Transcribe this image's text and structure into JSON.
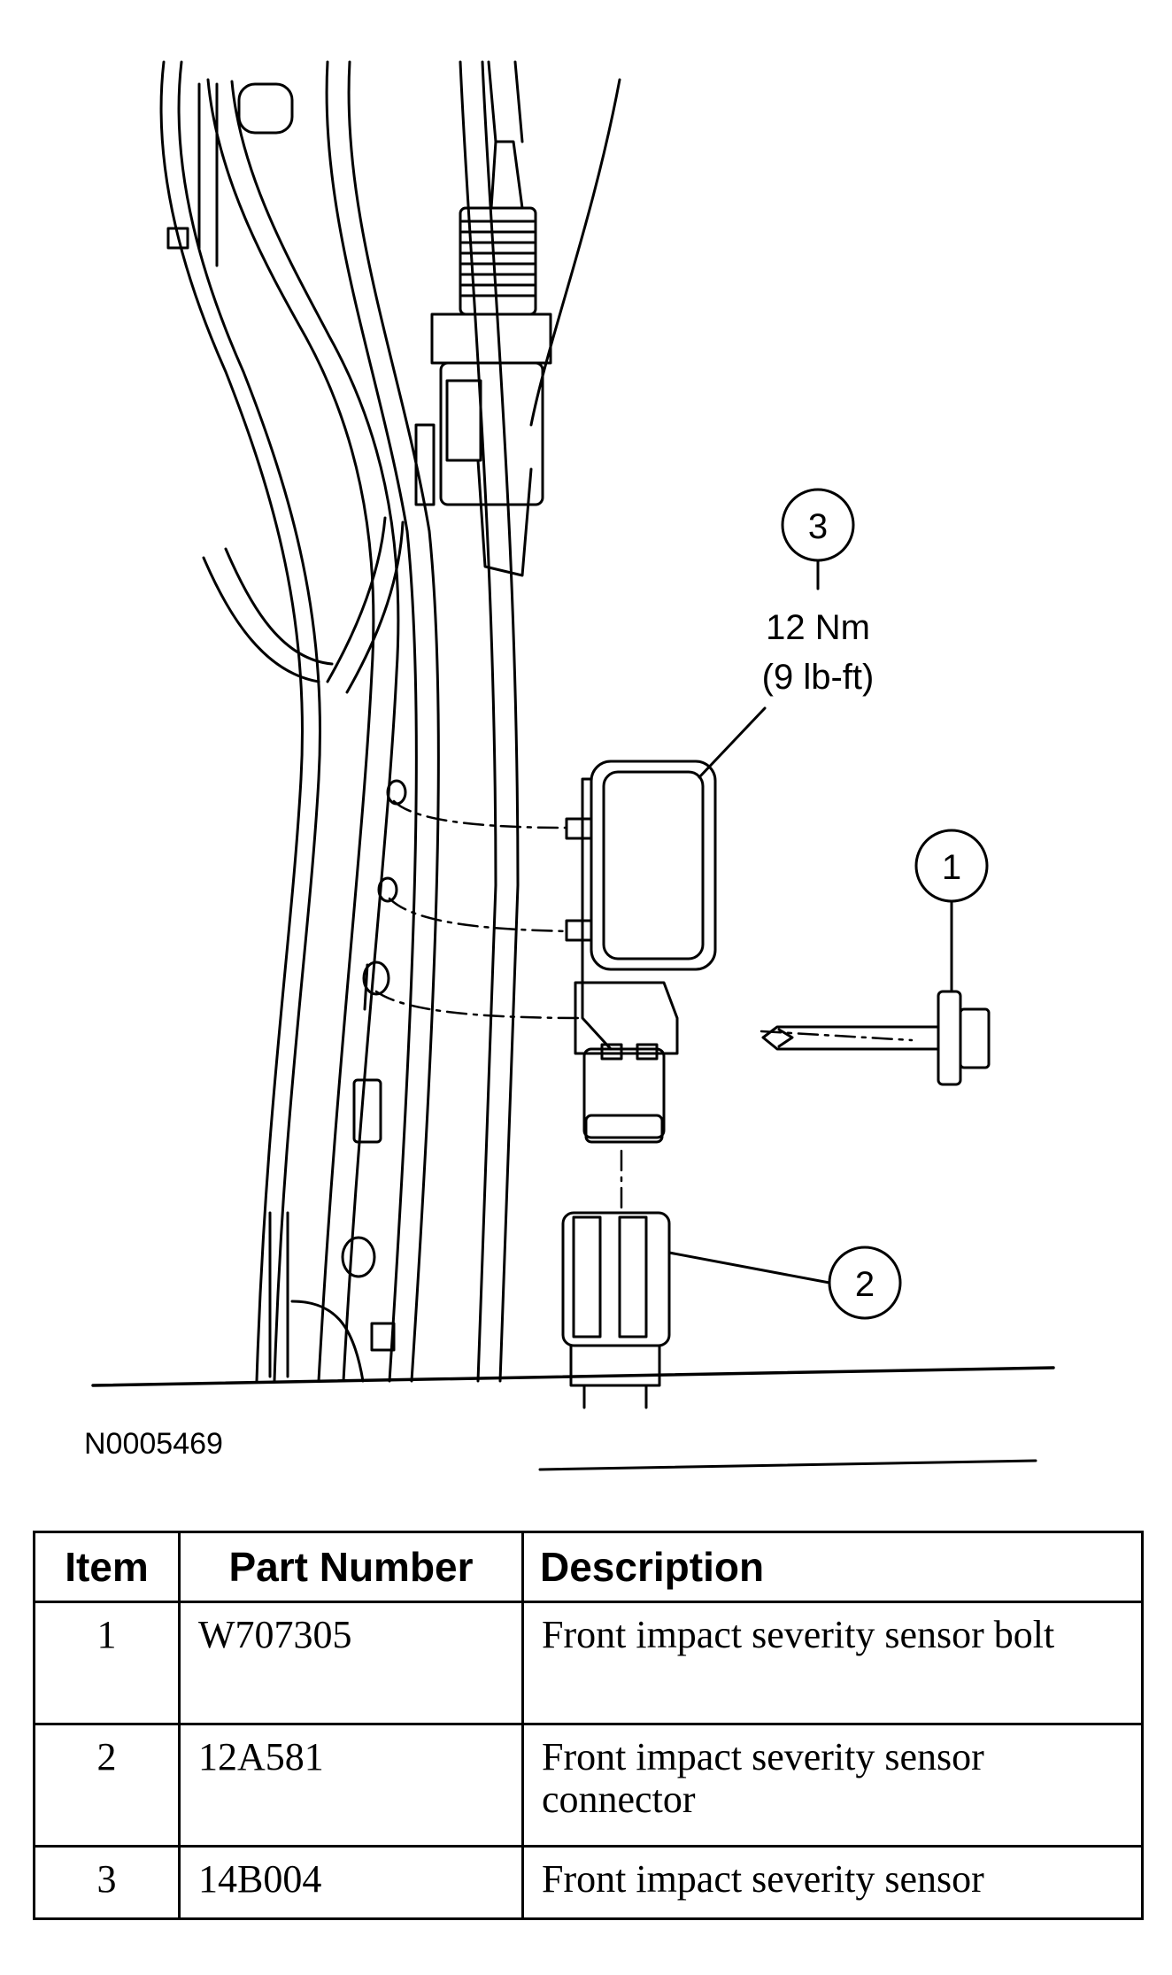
{
  "figure": {
    "id": "N0005469",
    "callouts": [
      {
        "n": "1"
      },
      {
        "n": "2"
      },
      {
        "n": "3",
        "torque": "12 Nm",
        "torque_imperial": "(9 lb-ft)"
      }
    ]
  },
  "table": {
    "headers": [
      "Item",
      "Part Number",
      "Description"
    ],
    "rows": [
      {
        "item": "1",
        "part": "W707305",
        "desc": "Front impact severity sensor bolt"
      },
      {
        "item": "2",
        "part": "12A581",
        "desc": "Front impact severity sensor connector"
      },
      {
        "item": "3",
        "part": "14B004",
        "desc": "Front impact severity sensor"
      }
    ]
  }
}
